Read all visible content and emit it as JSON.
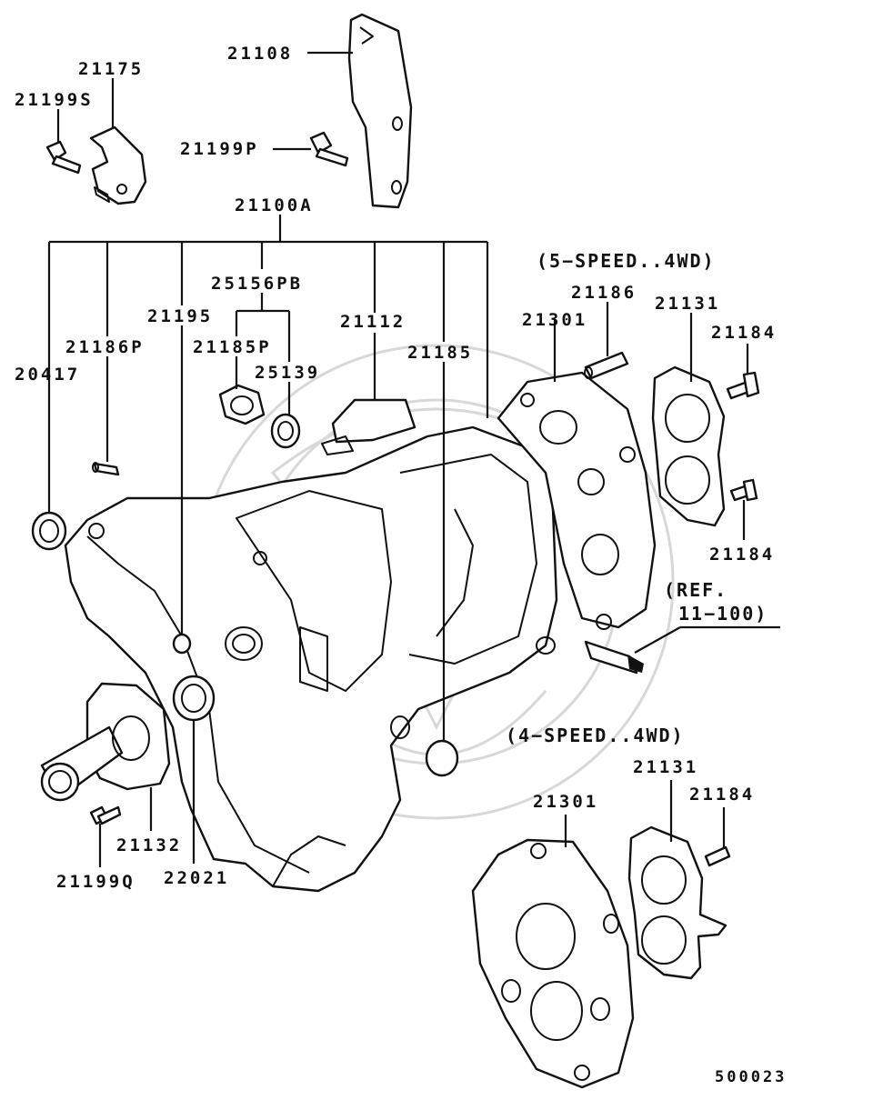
{
  "diagram": {
    "drawing_number": "500023",
    "variant_headers": {
      "five_speed": "(5−SPEED..4WD)",
      "four_speed": "(4−SPEED..4WD)",
      "reference": [
        "(REF.",
        "11−100)"
      ]
    },
    "part_labels": {
      "p21108": "21108",
      "p21175": "21175",
      "p21199S": "21199S",
      "p21199P": "21199P",
      "p21100A": "21100A",
      "p25156PB": "25156PB",
      "p21195": "21195",
      "p21112": "21112",
      "p21186P": "21186P",
      "p21185P": "21185P",
      "p25139": "25139",
      "p21185": "21185",
      "p20417": "20417",
      "p21186": "21186",
      "p21131a": "21131",
      "p21301a": "21301",
      "p21184a": "21184",
      "p21184b": "21184",
      "p21132": "21132",
      "p22021": "22021",
      "p21199Q": "21199Q",
      "p21131b": "21131",
      "p21301b": "21301",
      "p21184c": "21184"
    }
  }
}
